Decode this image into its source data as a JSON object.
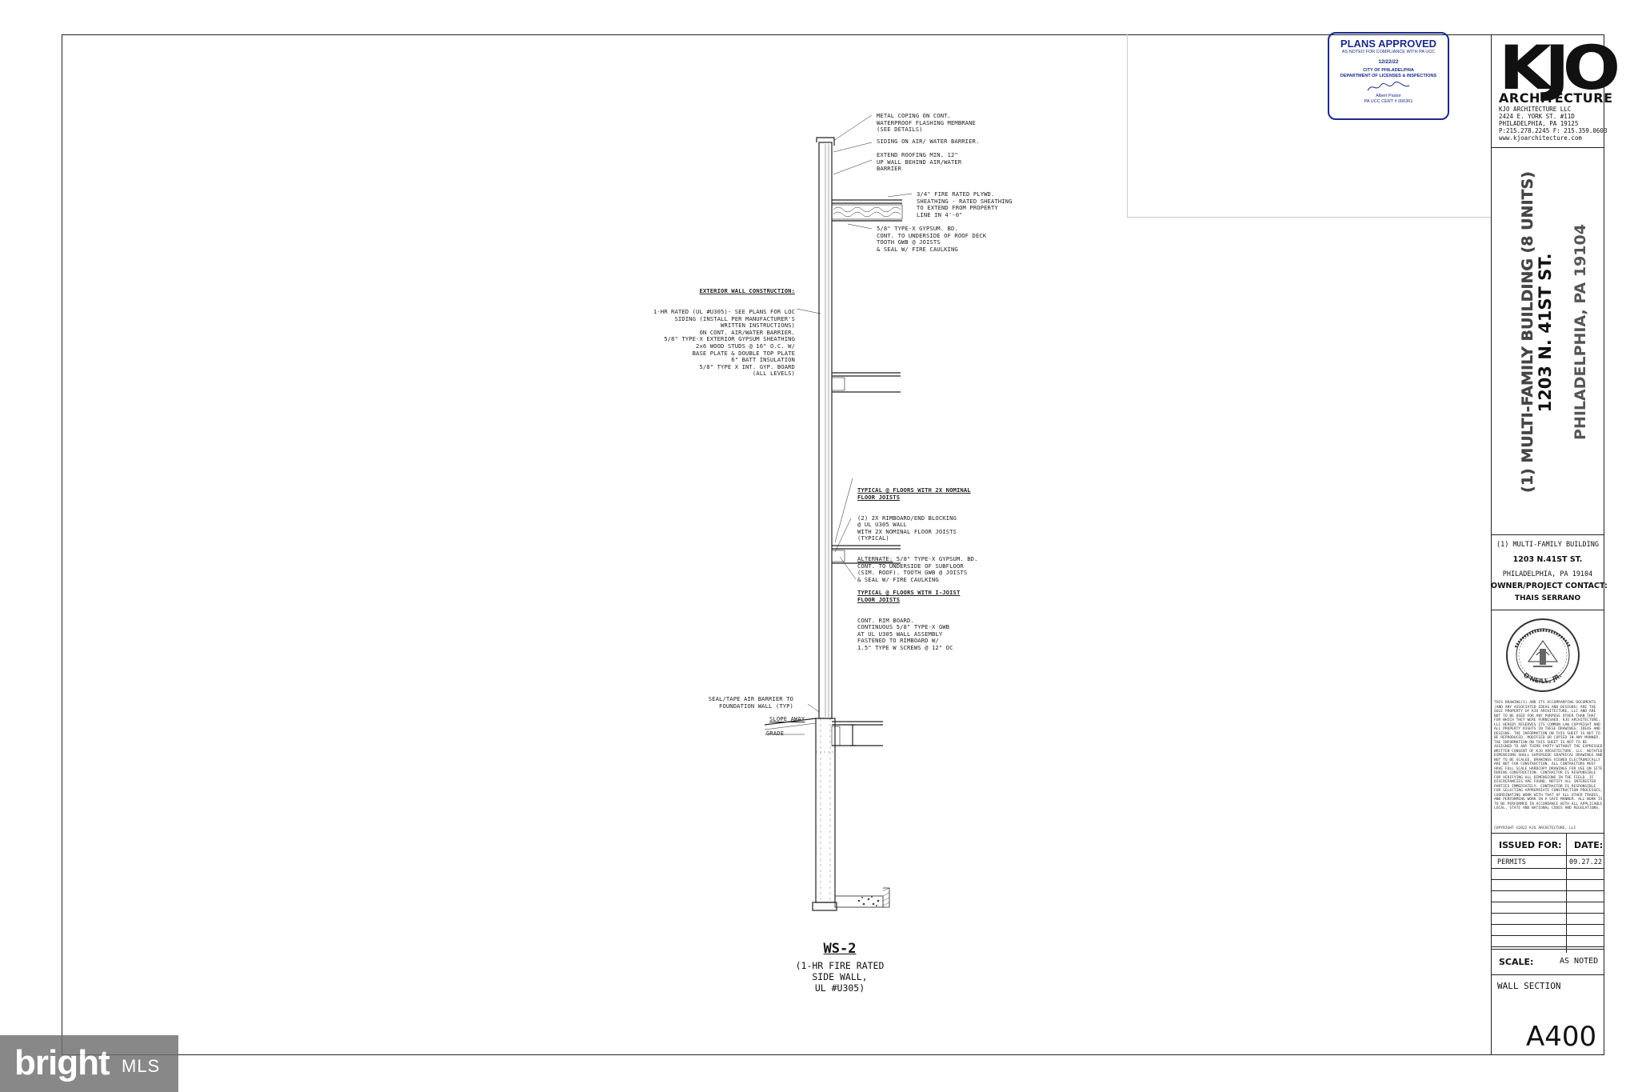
{
  "stamp": {
    "title": "PLANS APPROVED",
    "line1": "AS NOTED FOR COMPLIANCE WITH PA UCC",
    "date": "12/22/22",
    "line2": "CITY OF PHILADELPHIA",
    "line3": "DEPARTMENT OF LICENSES & INSPECTIONS",
    "name": "Albert Pastor",
    "cert": "PA UCC CERT # 006361"
  },
  "titleblock": {
    "firm_logo": "KJO",
    "firm_sub": "ARCHITECTURE",
    "firm_address": "KJO ARCHITECTURE LLC\n2424 E. YORK ST. #11D\nPHILADELPHIA, PA 19125\nP:215.278.2245 F: 215.359.0603\nwww.kjoarchitecture.com",
    "project_vertical_1": "(1) MULTI-FAMILY BUILDING (8 UNITS)",
    "project_vertical_2": "1203 N. 41ST ST.",
    "project_vertical_3": "PHILADELPHIA, PA 19104",
    "project_line1": "(1) MULTI-FAMILY BUILDING",
    "project_line2": "1203 N.41ST ST.",
    "project_line3": "PHILADELPHIA, PA 19104",
    "contact_label": "OWNER/PROJECT CONTACT:",
    "contact_name": "THAIS SERRANO",
    "seal_text": "O'NEILL, JR.",
    "disclaimer": "THIS DRAWING(S) AND ITS ACCOMPANYING DOCUMENTS (AND ANY ASSOCIATED IDEAS AND DESIGNS) ARE THE SOLE PROPERTY OF KJO ARCHITECTURE, LLC AND ARE NOT TO BE USED FOR ANY PURPOSE OTHER THAN THAT FOR WHICH THEY WERE FURNISHED. KJO ARCHITECTURE, LLC HEREBY RESERVES ITS COMMON LAW COPYRIGHT AND ALL PROPERTY RIGHTS IN THESE DRAWINGS, IDEAS AND DESIGNS. THE INFORMATION ON THIS SHEET IS NOT TO BE REPRODUCED, MODIFIED OR COPIED IN ANY MANNER. THE INFORMATION ON THIS SHEET IS NOT TO BE ASSIGNED TO ANY THIRD PARTY WITHOUT THE EXPRESSED WRITTEN CONSENT OF KJO ARCHITECTURE, LLC. NOTATED DIMENSIONS SHALL SUPERSEDE GRAPHICAL DRAWINGS AND NOT TO BE SCALED. DRAWINGS VIEWED ELECTRONICALLY ARE NOT FOR CONSTRUCTION. ALL CONTRACTORS MUST HAVE FULL SCALE HARDCOPY DRAWINGS FOR USE ON SITE DURING CONSTRUCTION. CONTRACTOR IS RESPONSIBLE FOR VERIFYING ALL DIMENSIONS IN THE FIELD. IF DISCREPANCIES ARE FOUND, NOTIFY ALL INTERESTED PARTIES IMMEDIATELY. CONTRACTOR IS RESPONSIBLE FOR SELECTING APPROPRIATE CONSTRUCTION PROCESSES, COORDINATING WORK WITH THAT OF ALL OTHER TRADES, AND PERFORMING WORK IN A SAFE MANNER. ALL WORK IS TO BE PERFORMED IN ACCORDANCE WITH ALL APPLICABLE LOCAL, STATE AND NATIONAL CODES AND REGULATIONS.",
    "copyright": "COPYRIGHT ©2022 KJO ARCHITECTURE, LLC",
    "issued_for_label": "ISSUED FOR:",
    "date_label": "DATE:",
    "issued_for": "PERMITS",
    "issued_date": "09.27.22",
    "scale_label": "SCALE:",
    "scale_value": "AS NOTED",
    "sheet_title": "WALL SECTION",
    "sheet_number": "A400"
  },
  "notes": {
    "coping": "METAL COPING ON CONT.\nWATERPROOF FLASHING MEMBRANE\n(SEE DETAILS)",
    "siding": "SIDING ON AIR/ WATER BARRIER.",
    "roofing": "EXTEND ROOFING MIN. 12\"\nUP WALL BEHIND AIR/WATER\nBARRIER",
    "plywood": "3/4\" FIRE RATED PLYWD.\nSHEATHING - RATED SHEATHING\nTO EXTEND FROM PROPERTY\nLINE IN 4'-0\"",
    "gypsum_roof": "5/8\" TYPE-X GYPSUM. BD.\nCONT. TO UNDERSIDE OF ROOF DECK\nTOOTH GWB @ JOISTS\n& SEAL W/ FIRE CAULKING",
    "ext_wall_title": "EXTERIOR WALL CONSTRUCTION:",
    "ext_wall_body": "1-HR RATED (UL #U305)- SEE PLANS FOR LOC\nSIDING (INSTALL PER MANUFACTURER'S\nWRITTEN INSTRUCTIONS)\nON CONT. AIR/WATER BARRIER.\n5/8\" TYPE-X EXTERIOR GYPSUM SHEATHING\n2x6 WOOD STUDS @ 16\" O.C. W/\nBASE PLATE & DOUBLE TOP PLATE\n6\" BATT INSULATION\n5/8\" TYPE X INT. GYP. BOARD\n(ALL LEVELS)",
    "typ_2x_title": "TYPICAL @ FLOORS WITH 2X NOMINAL\nFLOOR JOISTS",
    "typ_2x_body": "(2) 2X RIMBOARD/END BLOCKING\n@ UL U305 WALL\nWITH 2X NOMINAL FLOOR JOISTS\n(TYPICAL)",
    "alternate_label": "ALTERNATE:",
    "alternate_body": " 5/8\" TYPE-X GYPSUM. BD.\nCONT. TO UNDERSIDE OF SUBFLOOR\n(SIM. ROOF). TOOTH GWB @ JOISTS\n& SEAL W/ FIRE CAULKING",
    "typ_i_title": "TYPICAL @ FLOORS WITH I-JOIST\nFLOOR JOISTS",
    "typ_i_body": "CONT. RIM BOARD.\nCONTINUOUS 5/8\" TYPE-X GWB\nAT UL U305 WALL ASSEMBLY\nFASTENED TO RIMBOARD W/\n1.5\" TYPE W SCREWS @ 12\" OC",
    "seal_tape": "SEAL/TAPE AIR BARRIER TO\nFOUNDATION WALL (TYP)",
    "slope_away": "SLOPE AWAY",
    "grade": "GRADE"
  },
  "caption": {
    "title": "WS-2",
    "line1": "(1-HR FIRE RATED",
    "line2": "SIDE WALL,",
    "line3": "UL #U305)"
  },
  "watermark": {
    "brand": "bright",
    "suffix": "MLS"
  }
}
